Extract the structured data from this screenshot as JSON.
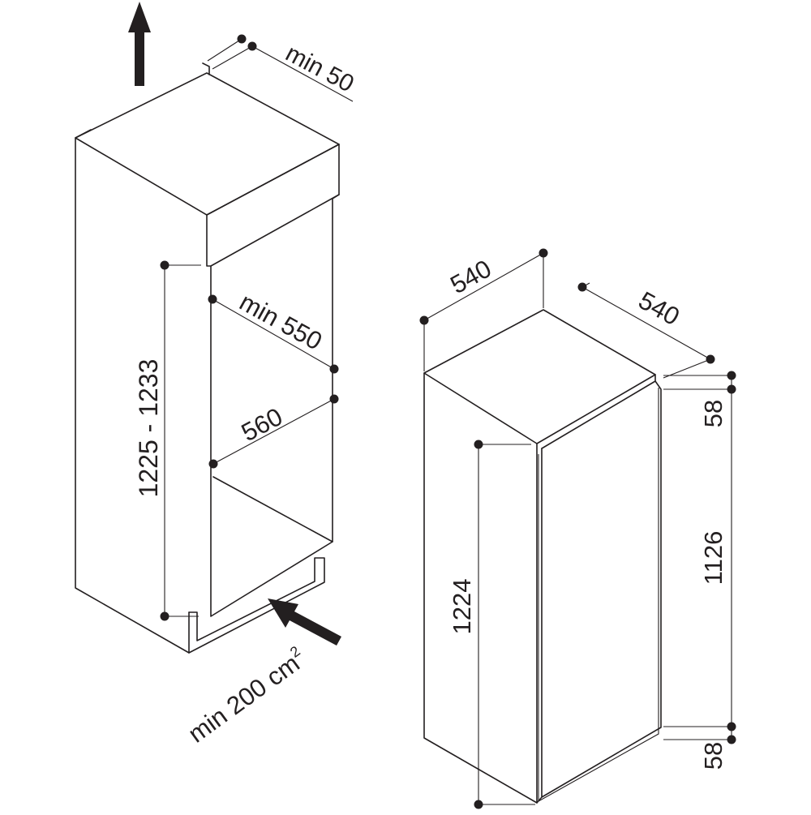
{
  "diagram": {
    "niche_dimensions": {
      "top_clearance": "min 50",
      "height": "1225 - 1233",
      "depth": "min 550",
      "width": "560",
      "ventilation": "min 200 cm",
      "ventilation_exponent": "2"
    },
    "appliance_dimensions": {
      "width": "540",
      "depth": "540",
      "total_height": "1224",
      "top_offset": "58",
      "door_height": "1126",
      "bottom_offset": "58"
    },
    "colors": {
      "line": "#231f20",
      "background": "#ffffff"
    }
  }
}
